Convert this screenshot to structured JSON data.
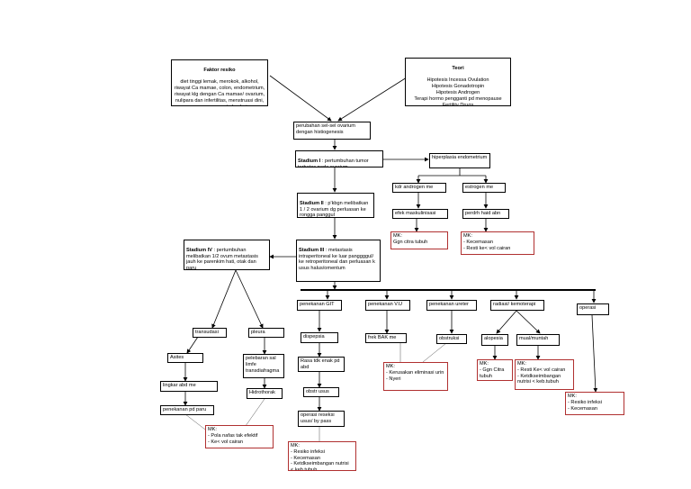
{
  "nodes": {
    "faktor": {
      "title": "Faktor resiko",
      "body": "diet tinggi lemak, merokok, alkohol, riwayat Ca mamae, colon, endometrium, riwayat klg dengan Ca mamae/ ovarium, nulipara dan infertilitas, menstruasi dini, menopause yg terlambat"
    },
    "teori": {
      "title": "Teori",
      "body": "Hipotesis Incessa Ovulation\nHipotesis Gonadotropin\nHipotesis Androgen\nTerapi hormo pengganti pd menopause\nFertility Drugs\nFaktor Herediter"
    },
    "perubahan": {
      "text": "perubahan sel-sel ovarium dengan histiogenesis"
    },
    "st1": {
      "head": "Stadium I",
      "text": " : pertumbuhan tumor terbatas pada ovarium"
    },
    "hiperplasia": {
      "text": "hiperplasia endometrium"
    },
    "kdr_androgen": {
      "text": "kdr androgen me"
    },
    "estrogen": {
      "text": "estrogen me"
    },
    "st2": {
      "head": "Stadium II",
      "text": " : p'kbgn melibatkan 1 / 2 ovarium dg perluasan ke rongga panggul"
    },
    "efek": {
      "text": "efek maskulinisasi"
    },
    "perdrh": {
      "text": "perdrh haid abn"
    },
    "mk_citra": {
      "text": "MK:\nGgn citra tubuh"
    },
    "mk_cemas": {
      "text": "MK:\n- Kecemasan\n- Resti ke< vol    cairan"
    },
    "st4": {
      "head": "Stadium IV",
      "text": " : pertumbuhan melibatkan 1/2 ovum metastasis jauh ke parenkim hati, otak dan paru"
    },
    "st3": {
      "head": "Stadium III",
      "text": " : metastasis intraperitoneal ke luar panggggul/ ke retroperitoneal dan perluasan k usus halus/omentum"
    },
    "git": {
      "text": "penekanan GIT"
    },
    "vu": {
      "text": "penekanan V.U"
    },
    "ureter": {
      "text": "penekanan ureter"
    },
    "radiasi": {
      "text": "radiasi/ kemoterapi"
    },
    "operasi": {
      "text": "operasi"
    },
    "transudasi": {
      "text": "transudasi"
    },
    "pleura": {
      "text": "pleura"
    },
    "dispepsia": {
      "text": "dispepsia"
    },
    "frek_bak": {
      "text": "frek BAK me"
    },
    "obstruksi": {
      "text": "obstruksi"
    },
    "alopesia": {
      "text": "alopesia"
    },
    "mual": {
      "text": "mual/muntah"
    },
    "asites": {
      "text": "Asites"
    },
    "pelebaran": {
      "text": "pelebaran sal limfe transdiafragma"
    },
    "rasa_enak": {
      "text": "Rasa tdk enak pd abd"
    },
    "mk_eliminasi": {
      "text": "MK:\n- Kerusakan eliminasi urin\n- Nyeri"
    },
    "mk_ggn_citra": {
      "text": "MK:\n- Ggn Citra tubuh"
    },
    "mk_resti": {
      "text": "MK:\n- Resti Ke< vol cairan\n- Ketdkseimbangan nutrisi < keb.tubuh"
    },
    "lingkar": {
      "text": "lingkar abd me"
    },
    "hidrothorak": {
      "text": "Hidrothorak"
    },
    "obstr_usus": {
      "text": "obstr usus"
    },
    "mk_infeksi_op": {
      "text": "MK:\n- Resiko infeksi\n- Kecemasan"
    },
    "penekanan_paru": {
      "text": "penekanan pd paru"
    },
    "operasi_reseksi": {
      "text": "operasi reseksi usus/ by pass"
    },
    "mk_nafas": {
      "text": "MK:\n- Pola nafas tak efektif\n- Ke< vol cairan"
    },
    "mk_bottom": {
      "text": "MK:\n- Resiko infeksi\n- Kecemasan\n- Ketdkseimbangan nutrisi\n< keb.tubuh"
    }
  }
}
